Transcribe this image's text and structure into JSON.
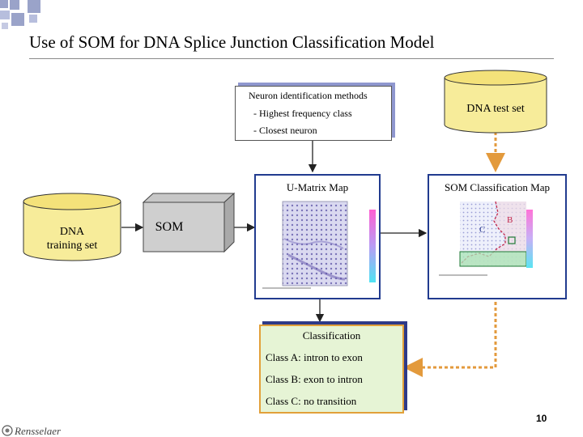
{
  "slide": {
    "title": "Use of SOM for DNA Splice Junction Classification Model",
    "page_number": "10",
    "logo_text": "Rensselaer"
  },
  "neuron_box": {
    "heading": "Neuron identification methods",
    "items": [
      "- Highest frequency class",
      "- Closest neuron"
    ]
  },
  "test_set": {
    "label": "DNA  test set"
  },
  "training_set": {
    "line1": "DNA",
    "line2": "training set"
  },
  "som_box": {
    "label": "SOM"
  },
  "umatrix_panel": {
    "title": "U-Matrix Map"
  },
  "classification_panel": {
    "title": "SOM Classification Map",
    "region_labels": [
      "B",
      "C"
    ]
  },
  "classification_box": {
    "heading": "Classification",
    "items": [
      "Class A: intron  to exon",
      "Class B: exon to intron",
      "Class C: no transition"
    ]
  },
  "colors": {
    "cylinder_fill": "#f7ec9a",
    "cylinder_top": "#f4e27a",
    "panel_border": "#213b8f",
    "class_box_fill": "#e6f4d5",
    "dashed_arrow": "#e39a3c",
    "corner_squares": "#9aa3c9"
  }
}
